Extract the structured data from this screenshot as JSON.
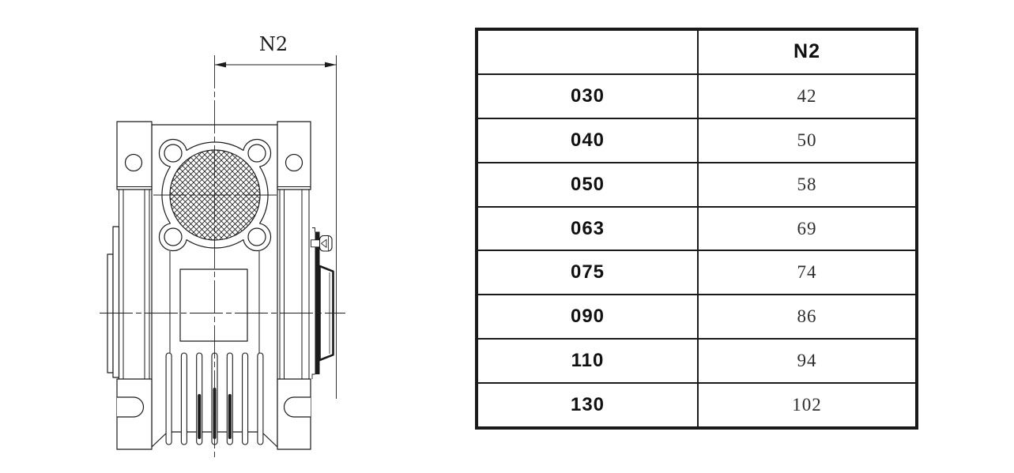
{
  "drawing": {
    "dimension_label": "N2",
    "description": "worm gearbox front view"
  },
  "table": {
    "header": {
      "col1": "",
      "col2": "N2"
    },
    "rows": [
      {
        "model": "030",
        "n2": "42"
      },
      {
        "model": "040",
        "n2": "50"
      },
      {
        "model": "050",
        "n2": "58"
      },
      {
        "model": "063",
        "n2": "69"
      },
      {
        "model": "075",
        "n2": "74"
      },
      {
        "model": "090",
        "n2": "86"
      },
      {
        "model": "110",
        "n2": "94"
      },
      {
        "model": "130",
        "n2": "102"
      }
    ]
  },
  "colors": {
    "line": "#1b1b1b",
    "table_border": "#1a1a1a",
    "background": "#ffffff"
  }
}
